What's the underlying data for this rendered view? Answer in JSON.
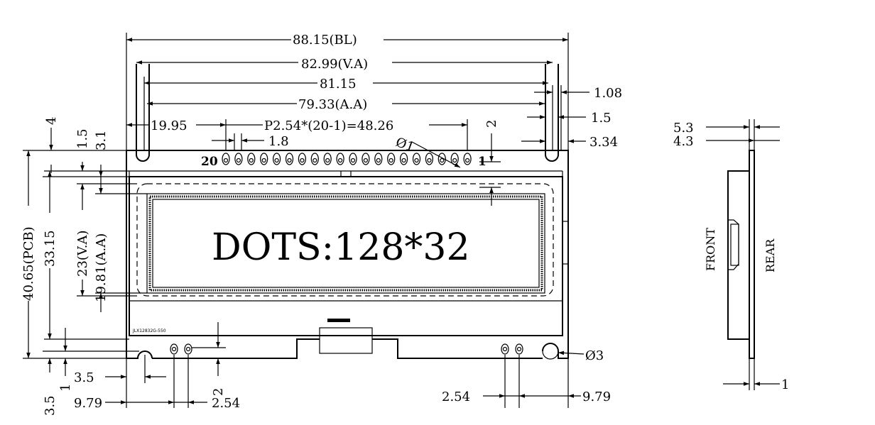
{
  "display": {
    "text": "DOTS:128*32",
    "pin_first": "20",
    "pin_last": "1",
    "part_number": "JLX12832G-550"
  },
  "dimensions": {
    "bl_width": "88.15(BL)",
    "va_width": "82.99(V.A)",
    "glass_width": "81.15",
    "aa_width": "79.33(A.A)",
    "pin_offset": "19.95",
    "pin_pitch": "P2.54*(20-1)=48.26",
    "pin_spacing": "1.8",
    "hole_dia_small": "Ø1",
    "top_right_small": "1.08",
    "right_margin": "1.5",
    "right_edge": "3.34",
    "pin_height": "2",
    "pcb_height": "40.65(PCB)",
    "glass_height": "33.15",
    "va_height": "23(V.A)",
    "aa_height": "19.81(A.A)",
    "top_1_5": "1.5",
    "top_3_1": "3.1",
    "top_4": "4",
    "bottom_3_5_v": "3.5",
    "bottom_1": "1",
    "bottom_3_5_h": "3.5",
    "bottom_9_79_left": "9.79",
    "bottom_2_54_left": "2.54",
    "bottom_2": "2",
    "bottom_2_54_right": "2.54",
    "bottom_9_79_right": "9.79",
    "hole_dia_large": "Ø3"
  },
  "side_view": {
    "front_label": "FRONT",
    "rear_label": "REAR",
    "dim_5_3": "5.3",
    "dim_4_3": "4.3",
    "dim_1": "1"
  }
}
